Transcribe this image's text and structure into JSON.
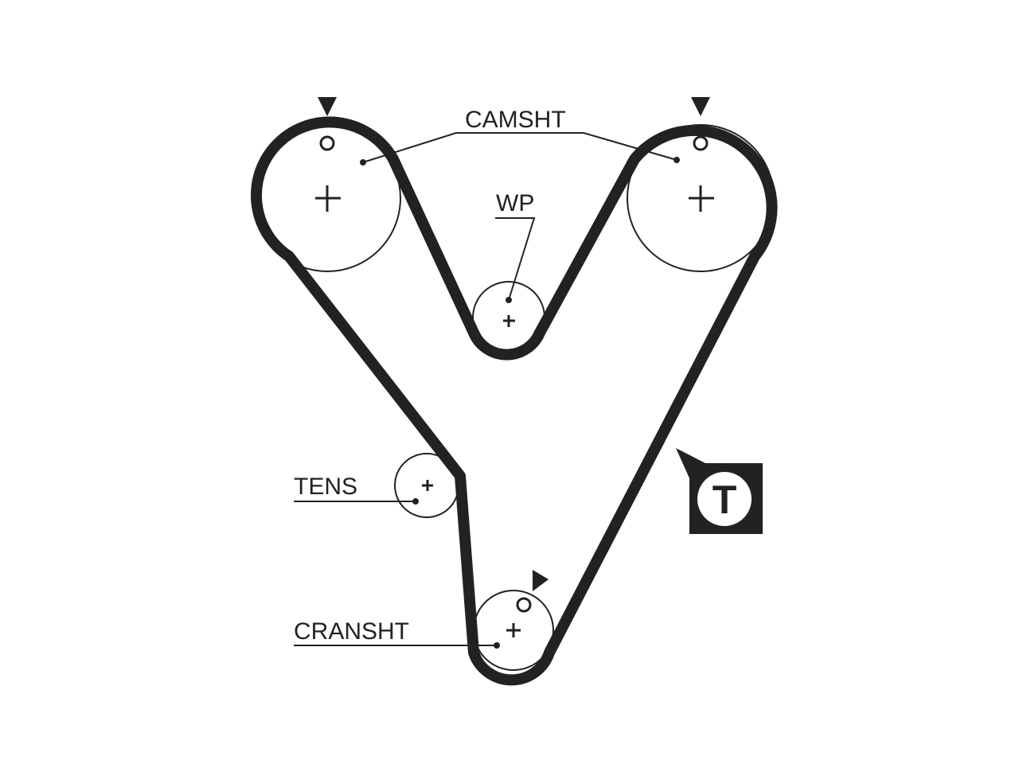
{
  "diagram": {
    "labels": {
      "camshaft": "CAMSHT",
      "water_pump": "WP",
      "tensioner": "TENS",
      "crankshaft": "CRANSHT"
    },
    "tension_badge": "T"
  },
  "colors": {
    "ink": "#222222",
    "background": "#ffffff"
  },
  "icons": {
    "timing_mark": "triangle-marker-icon",
    "center": "plus-icon",
    "tension_badge": "tension-t-icon"
  }
}
